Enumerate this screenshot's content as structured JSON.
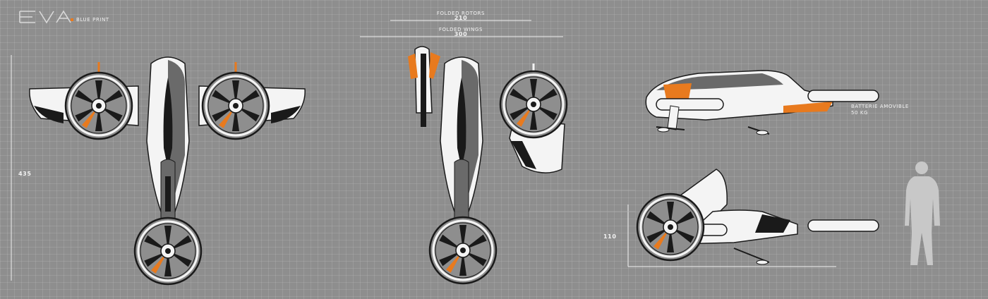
{
  "header": {
    "brand": "EVA",
    "subtitle": "BLUE PRINT"
  },
  "dimensions": {
    "rotors_label": "FOLDED ROTORS",
    "rotors_value": "210",
    "wings_label": "FOLDED WINGS",
    "wings_value": "300",
    "height_value": "435",
    "side_height_value": "110"
  },
  "annotations": {
    "battery_line1": "BATTERIE AMOVIBLE",
    "battery_line2": "50 KG"
  },
  "colors": {
    "background": "#8e8e8e",
    "accent": "#e87a1e",
    "body_dark": "#1a1a1a",
    "body_light": "#f4f4f4"
  }
}
